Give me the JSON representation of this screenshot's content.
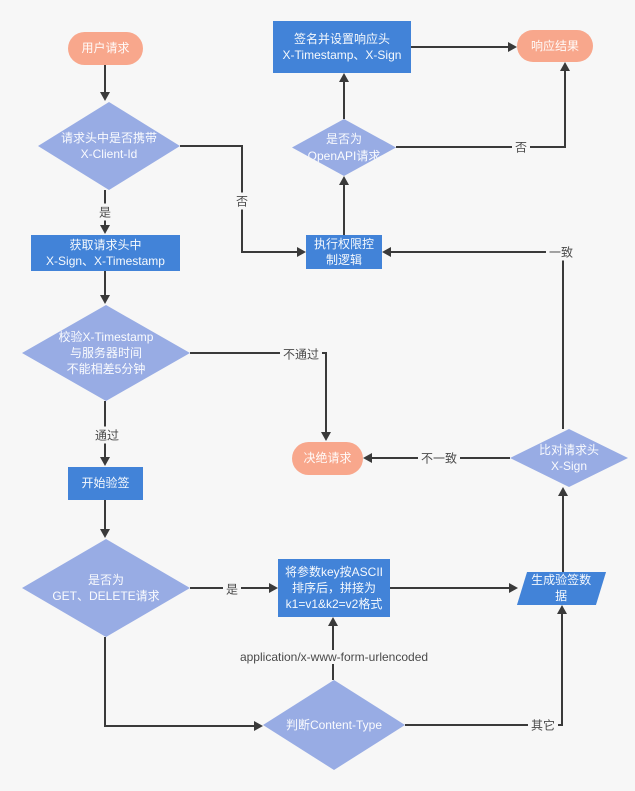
{
  "diagram": {
    "type": "flowchart",
    "background": "#f7f7f7",
    "colors": {
      "process_fill": "#4283d8",
      "decision_fill": "#98ace4",
      "terminator_fill": "#f8a78c",
      "connector": "#3a3a3a",
      "edge_label_text": "#4a4a4a",
      "node_text": "#ffffff"
    },
    "nodes": {
      "start": {
        "shape": "terminator",
        "label": "用户请求"
      },
      "check_client_id": {
        "shape": "decision",
        "label": "请求头中是否携带\nX-Client-Id"
      },
      "get_headers": {
        "shape": "process",
        "label": "获取请求头中\nX-Sign、X-Timestamp"
      },
      "check_timestamp": {
        "shape": "decision",
        "label": "校验X-Timestamp\n与服务器时间\n不能相差5分钟"
      },
      "begin_verify": {
        "shape": "process",
        "label": "开始验签"
      },
      "check_method": {
        "shape": "decision",
        "label": "是否为\nGET、DELETE请求"
      },
      "sort_params": {
        "shape": "process",
        "label": "将参数key按ASCII\n排序后，拼接为\nk1=v1&k2=v2格式"
      },
      "check_content_type": {
        "shape": "decision",
        "label": "判断Content-Type"
      },
      "gen_verify_data": {
        "shape": "data",
        "label": "生成验签数\n据"
      },
      "compare_sign": {
        "shape": "decision",
        "label": "比对请求头\nX-Sign"
      },
      "reject": {
        "shape": "terminator",
        "label": "决绝请求"
      },
      "permission_logic": {
        "shape": "process",
        "label": "执行权限控\n制逻辑"
      },
      "check_openapi": {
        "shape": "decision",
        "label": "是否为\nOpenAPI请求"
      },
      "sign_response": {
        "shape": "process",
        "label": "签名并设置响应头\nX-Timestamp、X-Sign"
      },
      "result": {
        "shape": "terminator",
        "label": "响应结果"
      }
    },
    "edges": [
      {
        "from": "start",
        "to": "check_client_id",
        "label": ""
      },
      {
        "from": "check_client_id",
        "to": "get_headers",
        "label": "是"
      },
      {
        "from": "check_client_id",
        "to": "permission_logic",
        "label": "否"
      },
      {
        "from": "get_headers",
        "to": "check_timestamp",
        "label": ""
      },
      {
        "from": "check_timestamp",
        "to": "begin_verify",
        "label": "通过"
      },
      {
        "from": "check_timestamp",
        "to": "reject",
        "label": "不通过"
      },
      {
        "from": "begin_verify",
        "to": "check_method",
        "label": ""
      },
      {
        "from": "check_method",
        "to": "sort_params",
        "label": "是"
      },
      {
        "from": "check_method",
        "to": "check_content_type",
        "label": ""
      },
      {
        "from": "check_content_type",
        "to": "sort_params",
        "label": "application/x-www-form-urlencoded"
      },
      {
        "from": "check_content_type",
        "to": "gen_verify_data",
        "label": "其它"
      },
      {
        "from": "sort_params",
        "to": "gen_verify_data",
        "label": ""
      },
      {
        "from": "gen_verify_data",
        "to": "compare_sign",
        "label": ""
      },
      {
        "from": "compare_sign",
        "to": "permission_logic",
        "label": "一致"
      },
      {
        "from": "compare_sign",
        "to": "reject",
        "label": "不一致"
      },
      {
        "from": "permission_logic",
        "to": "check_openapi",
        "label": ""
      },
      {
        "from": "check_openapi",
        "to": "sign_response",
        "label": ""
      },
      {
        "from": "check_openapi",
        "to": "result",
        "label": "否"
      },
      {
        "from": "sign_response",
        "to": "result",
        "label": ""
      }
    ]
  }
}
